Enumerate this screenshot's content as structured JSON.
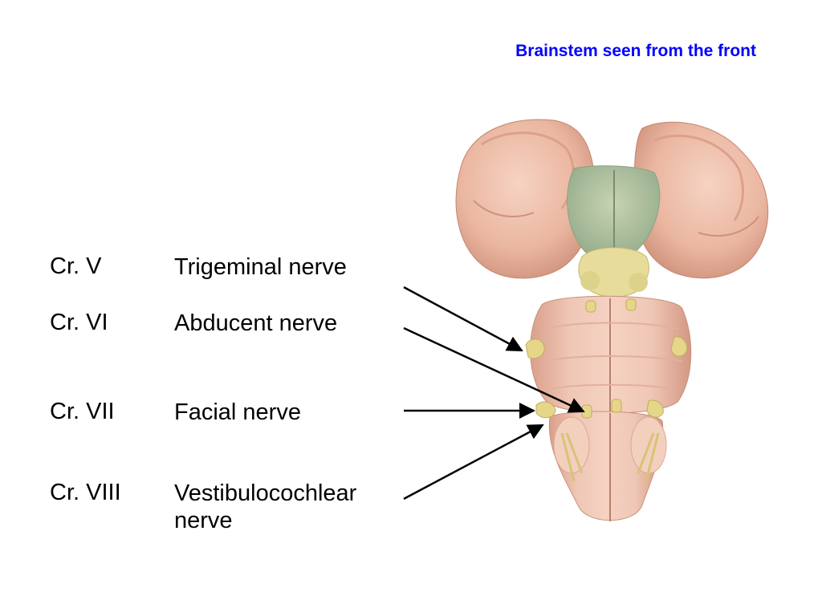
{
  "title": "Brainstem seen from the front",
  "nerves": [
    {
      "code": "Cr. V",
      "name": "Trigeminal nerve"
    },
    {
      "code": "Cr. VI",
      "name": "Abducent nerve"
    },
    {
      "code": "Cr. VII",
      "name": "Facial nerve"
    },
    {
      "code": "Cr. VIII",
      "name_line1": "Vestibulocochlear",
      "name_line2": "nerve"
    }
  ],
  "colors": {
    "title": "#0000ff",
    "text": "#000000",
    "tissue": "#f2c4b0",
    "tissue_dark": "#d99a86",
    "nerve": "#ecd98a",
    "greenish": "#b7c7a6"
  }
}
